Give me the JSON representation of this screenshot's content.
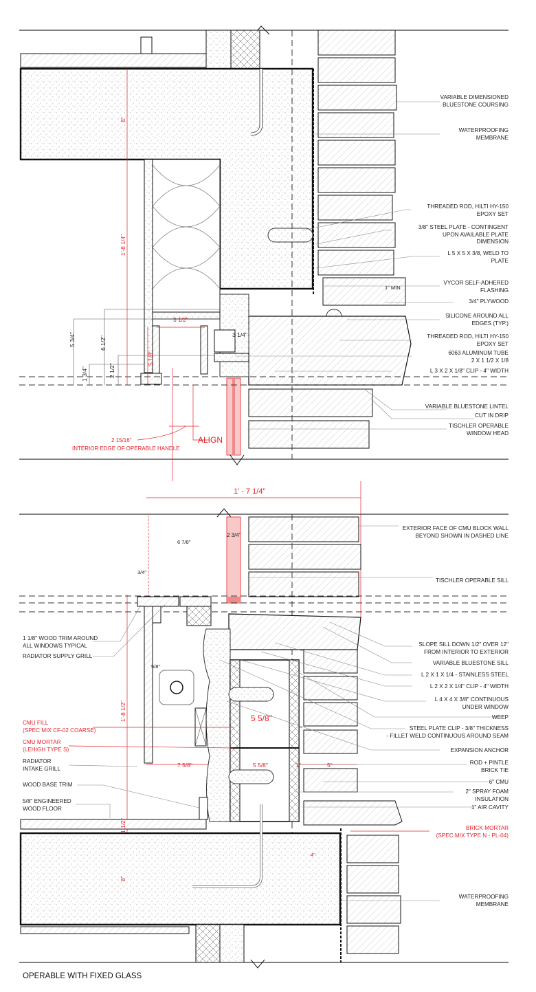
{
  "title": "OPERABLE WITH FIXED GLASS",
  "colors": {
    "line": "#111111",
    "dimension_red": "#e8202a",
    "glass_red": "#f08a8a"
  },
  "head_callouts": [
    [
      "VARIABLE DIMENSIONED",
      "BLUESTONE COURSING"
    ],
    [
      "WATERPROOFING",
      "MEMBRANE"
    ],
    [
      "THREADED ROD, HILTI HY-150",
      "EPOXY SET"
    ],
    [
      "3/8\" STEEL PLATE - CONTINGENT",
      "UPON AVAILABLE PLATE",
      "DIMENSION"
    ],
    [
      "L 5 x 5 x 3/8, WELD TO",
      "PLATE"
    ],
    [
      "VYCOR SELF-ADHERED",
      "FLASHING"
    ],
    [
      "3/4\" PLYWOOD"
    ],
    [
      "SILICONE AROUND ALL",
      "EDGES  (TYP.)"
    ],
    [
      "THREADED ROD, HILTI HY-150",
      "EPOXY SET"
    ],
    [
      "6063 ALUMINUM TUBE",
      "2 x 1 1/2  x 1/8"
    ],
    [
      "L 3 x 2 x 1/8\" CLIP - 4\" WIDTH"
    ],
    [
      "VARIABLE BLUESTONE LINTEL"
    ],
    [
      "CUT IN DRIP"
    ],
    [
      "TISCHLER OPERABLE",
      "WINDOW HEAD"
    ]
  ],
  "sill_callouts_right": [
    [
      "EXTERIOR FACE OF CMU BLOCK WALL",
      "BEYOND SHOWN IN DASHED LINE"
    ],
    [
      "TISCHLER OPERABLE SILL"
    ],
    [
      "SLOPE SILL DOWN 1/2\" OVER 12\"",
      "FROM INTERIOR TO EXTERIOR"
    ],
    [
      "VARIABLE BLUESTONE SILL"
    ],
    [
      "L 2 x 1 x 1/4 - STAINLESS STEEL"
    ],
    [
      "L 2 x 2 x 1/4\" CLIP - 4\" WIDTH"
    ],
    [
      "L 4 x 4 x 3/8\" CONTINUOUS",
      "UNDER WINDOW"
    ],
    [
      "WEEP"
    ],
    [
      "STEEL PLATE CLIP - 3/8\" THICKNESS",
      "- FILLET WELD CONTINUOUS  AROUND SEAM"
    ],
    [
      "EXPANSION ANCHOR"
    ],
    [
      "ROD + PINTLE",
      "BRICK TIE"
    ],
    [
      "6\" CMU"
    ],
    [
      "2\" SPRAY FOAM",
      "INSULATION"
    ],
    [
      "1\" AIR CAVITY"
    ],
    [
      "BRICK MORTAR",
      "(SPEC MIX TYPE N - PL-04)"
    ],
    [
      "WATERPROOFING",
      "MEMBRANE"
    ]
  ],
  "sill_callouts_left": [
    [
      "1 1/8\" WOOD TRIM AROUND",
      "ALL WINDOWS TYPICAL"
    ],
    [
      "RADIATOR SUPPLY GRILL"
    ],
    [
      "CMU FILL",
      "(SPEC MIX CF-02 COARSE)"
    ],
    [
      "CMU MORTAR",
      "(LEHIGH TYPE S)"
    ],
    [
      "RADIATOR",
      "INTAKE GRILL"
    ],
    [
      "WOOD BASE TRIM"
    ],
    [
      "5/8\" ENGINEERED",
      "WOOD FLOOR"
    ]
  ],
  "head_dimensions": {
    "slab": "8\"",
    "overall": "1'-8 1/4\"",
    "d1": "5 3/4\"",
    "d2": "6 1/2\"",
    "d3": "1 3/4\"",
    "d4": "2 1/2\"",
    "d5": "3 1/2\"",
    "d6": "5 1/8\"",
    "d7": "3 1/4\"",
    "min": "1\" MIN.",
    "handle_dim": "2 15/16\"",
    "handle_note": "INTERIOR EDGE OF OPERABLE HANDLE",
    "align": "ALIGN"
  },
  "sill_dimensions": {
    "width": "1' - 7 1/4\"",
    "d1": "2 3/4\"",
    "d2": "6 7/8\"",
    "d3": "3/4\"",
    "d4": "5/8\"",
    "overall": "1'-8 1/2\"",
    "cmu_big": "5 5/8\"",
    "d5": "7 5/8\"",
    "d6": "5 5/8\"",
    "d7": "1\"",
    "d8": "5\"",
    "floor": "1 1/2\"",
    "d9": "4\"",
    "slab": "8\""
  }
}
